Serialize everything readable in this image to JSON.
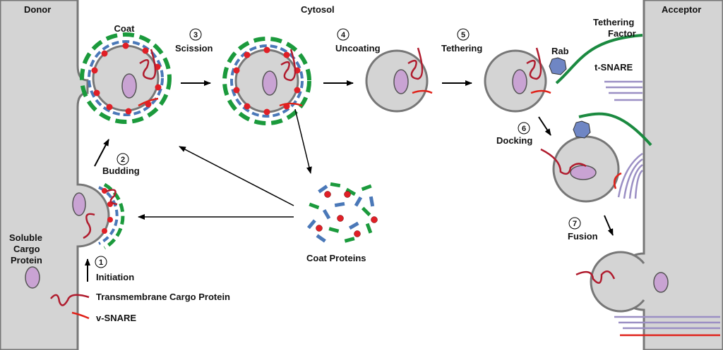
{
  "regions": {
    "donor": "Donor",
    "cytosol": "Cytosol",
    "acceptor": "Acceptor"
  },
  "steps": [
    {
      "num": "1",
      "label": "Initiation"
    },
    {
      "num": "2",
      "label": "Budding"
    },
    {
      "num": "3",
      "label": "Scission"
    },
    {
      "num": "4",
      "label": "Uncoating"
    },
    {
      "num": "5",
      "label": "Tethering"
    },
    {
      "num": "6",
      "label": "Docking"
    },
    {
      "num": "7",
      "label": "Fusion"
    }
  ],
  "labels": {
    "coat": "Coat",
    "coat_proteins": "Coat Proteins",
    "rab": "Rab",
    "tethering_factor_line1": "Tethering",
    "tethering_factor_line2": "Factor",
    "t_snare": "t-SNARE",
    "soluble_cargo_line1": "Soluble",
    "soluble_cargo_line2": "Cargo",
    "soluble_cargo_line3": "Protein",
    "transmembrane_cargo": "Transmembrane Cargo Protein",
    "v_snare": "v-SNARE"
  },
  "colors": {
    "compartment": "#d4d4d4",
    "membrane": "#777777",
    "vesicle": "#d4d4d4",
    "cargo": "#c9a3d3",
    "transmembrane_cargo": "#b01c2e",
    "v_snare": "#e0221a",
    "coat_green": "#1b9a3c",
    "coat_blue": "#4a78b8",
    "coat_red": "#e01f26",
    "rab": "#6f86c4",
    "tether": "#1b8a40",
    "t_snare": "#9b8fc4"
  }
}
